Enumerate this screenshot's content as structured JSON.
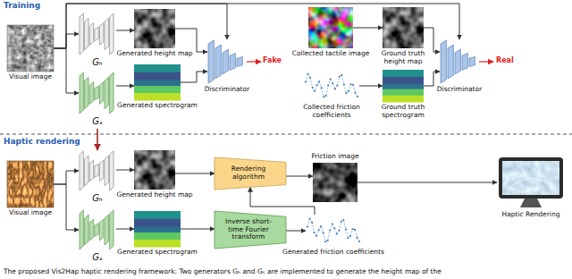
{
  "diagram": {
    "caption": "The proposed Vis2Hap haptic rendering framework: Two generators Gₕ and Gₛ are implemented to generate the height map of the",
    "nodes": [
      {
        "text": [
          "Visual image"
        ]
      },
      {
        "text": [
          "Gₕ"
        ]
      },
      {
        "text": [
          "Gₛ"
        ]
      },
      {
        "text": [
          "Generated height map"
        ]
      },
      {
        "text": [
          "Generated spectrogram"
        ]
      },
      {
        "text": [
          "Discriminator"
        ]
      },
      {
        "text": [
          "Collected tactile image"
        ]
      },
      {
        "text": [
          "Ground truth height map"
        ]
      },
      {
        "text": [
          "Collected friction coefficients"
        ]
      },
      {
        "text": [
          "Ground truth spectrogram"
        ]
      },
      {
        "text": [
          "Discriminator"
        ]
      },
      {
        "text": [
          "Visual image"
        ]
      },
      {
        "text": [
          "Gₕ"
        ]
      },
      {
        "text": [
          "Gₛ"
        ]
      },
      {
        "text": [
          "Generated height map"
        ]
      },
      {
        "text": [
          "Generated spectrogram"
        ]
      },
      {
        "text": [
          "Rendering algorithm"
        ]
      },
      {
        "text": [
          "Friction image"
        ]
      },
      {
        "text": [
          "Inverse short-time Fourier transform"
        ]
      },
      {
        "text": [
          "Generated friction coefficients"
        ]
      },
      {
        "text": [
          "Haptic Rendering"
        ]
      }
    ],
    "edges": [
      {
        "from": 0,
        "to": 1,
        "arrow": "to"
      },
      {
        "from": 0,
        "to": 2,
        "arrow": "to"
      },
      {
        "from": 0,
        "to": 5,
        "arrow": "to"
      },
      {
        "from": 0,
        "to": 10,
        "arrow": "to"
      },
      {
        "from": 1,
        "to": 3,
        "arrow": "to"
      },
      {
        "from": 2,
        "to": 4,
        "arrow": "to"
      },
      {
        "from": 3,
        "to": 5,
        "arrow": "to"
      },
      {
        "from": 4,
        "to": 5,
        "arrow": "to"
      },
      {
        "from": 6,
        "to": 7,
        "arrow": "to"
      },
      {
        "from": 8,
        "to": 9,
        "arrow": "to"
      },
      {
        "from": 7,
        "to": 10,
        "arrow": "to"
      },
      {
        "from": 9,
        "to": 10,
        "arrow": "to"
      },
      {
        "from": 2,
        "to": 12,
        "arrow": "to"
      },
      {
        "from": 11,
        "to": 12,
        "arrow": "to"
      },
      {
        "from": 11,
        "to": 13,
        "arrow": "to"
      },
      {
        "from": 12,
        "to": 14,
        "arrow": "to"
      },
      {
        "from": 13,
        "to": 15,
        "arrow": "to"
      },
      {
        "from": 14,
        "to": 16,
        "arrow": "to"
      },
      {
        "from": 16,
        "to": 17,
        "arrow": "to"
      },
      {
        "from": 15,
        "to": 18,
        "arrow": "to"
      },
      {
        "from": 18,
        "to": 19,
        "arrow": "to"
      },
      {
        "from": 19,
        "to": 16,
        "arrow": "to"
      },
      {
        "from": 17,
        "to": 20,
        "arrow": "to"
      }
    ],
    "labels": [
      "Training",
      "Haptic rendering",
      "Fake",
      "Real"
    ]
  }
}
